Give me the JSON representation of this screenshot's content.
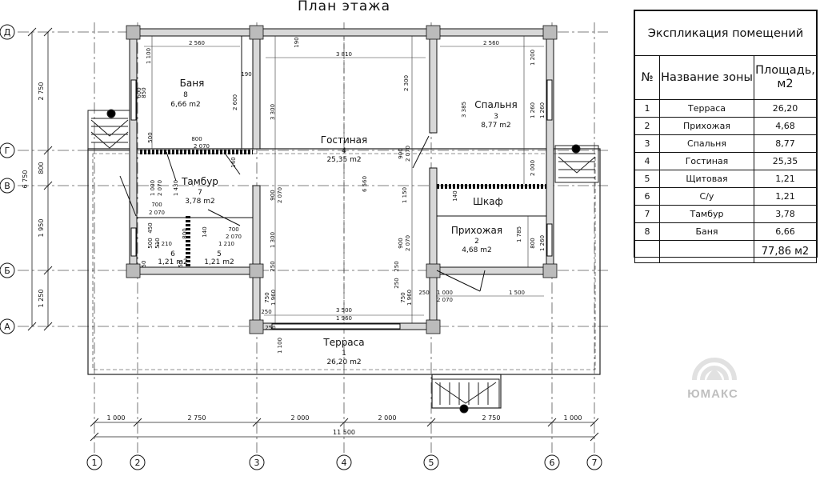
{
  "title": "План этажа",
  "grid": {
    "rows": [
      "Д",
      "Г",
      "В",
      "Б",
      "А"
    ],
    "cols": [
      "1",
      "2",
      "3",
      "4",
      "5",
      "6",
      "7"
    ],
    "left_dims": [
      "2 750",
      "800",
      "1 950",
      "1 250"
    ],
    "left_total": "6 750",
    "bottom_dims": [
      "1 000",
      "2 750",
      "2 000",
      "2 000",
      "2 750",
      "1 000"
    ],
    "bottom_total": "11 500"
  },
  "rooms": {
    "banya": {
      "name": "Баня",
      "num": "8",
      "area": "6,66 m2"
    },
    "tambur": {
      "name": "Тамбур",
      "num": "7",
      "area": "3,78 m2"
    },
    "gostinaya": {
      "name": "Гостиная",
      "num": "4",
      "area": "25,35 m2"
    },
    "spalnya": {
      "name": "Спальня",
      "num": "3",
      "area": "8,77 m2"
    },
    "shkaf": {
      "name": "Шкаф"
    },
    "prikhozhaya": {
      "name": "Прихожая",
      "num": "2",
      "area": "4,68 m2"
    },
    "room6": {
      "num": "6",
      "area": "1,21 m2"
    },
    "room5": {
      "num": "5",
      "area": "1,21 m2"
    },
    "terrasa": {
      "name": "Терраса",
      "num": "1",
      "area": "26,20 m2"
    }
  },
  "dims": {
    "d2560a": "2 560",
    "d2560b": "2 560",
    "d3810": "3 810",
    "d190a": "190",
    "d190b": "190",
    "d1100": "1 100",
    "d1200": "1 200",
    "d850": "850",
    "d600": "600",
    "d2600": "2 600",
    "d3300": "3 300",
    "d2300": "2 300",
    "d3385": "3 385",
    "d1260a": "1 260",
    "d1260b": "1 260",
    "d800a": "800",
    "d2070a": "2 070",
    "d500": "500",
    "d140a": "140",
    "d140b": "140",
    "d1000a": "1 000",
    "d2070b": "2 070",
    "d1430": "1 430",
    "d6560": "6 560",
    "d900a": "900",
    "d2070c": "2 070",
    "d900b": "900",
    "d2070d": "2 070",
    "d1150": "1 150",
    "d2000": "2 000",
    "d700a": "700",
    "d2070e": "2 070",
    "d700b": "700",
    "d2070f": "2 070",
    "d1210a": "1 210",
    "d1210b": "1 210",
    "d450": "450",
    "d500b": "500",
    "d510": "510",
    "d800b": "800",
    "d1300": "1 300",
    "d1785": "1 785",
    "d800c": "800",
    "d1260c": "1 260",
    "d900c": "900",
    "d2070g": "2 070",
    "d250a": "250",
    "d250b": "250",
    "d250c": "250",
    "d250d": "250",
    "d1000b": "1 000",
    "d2070h": "2 070",
    "d1500": "1 500",
    "d750a": "750",
    "d1960a": "1 960",
    "d750b": "750",
    "d1960b": "1 960",
    "d3500": "3 500",
    "d1960c": "1 960",
    "d1100b": "1 100",
    "d250e": "250",
    "d250f": "250",
    "d50a": "50",
    "d50b": "50",
    "d140c": "140"
  },
  "legend": {
    "caption": "Экспликация помещений",
    "col_num": "№",
    "col_name": "Название зоны",
    "col_area": "Площадь, м2",
    "rows": [
      {
        "n": "1",
        "name": "Терраса",
        "area": "26,20"
      },
      {
        "n": "2",
        "name": "Прихожая",
        "area": "4,68"
      },
      {
        "n": "3",
        "name": "Спальня",
        "area": "8,77"
      },
      {
        "n": "4",
        "name": "Гостиная",
        "area": "25,35"
      },
      {
        "n": "5",
        "name": "Щитовая",
        "area": "1,21"
      },
      {
        "n": "6",
        "name": "С/у",
        "area": "1,21"
      },
      {
        "n": "7",
        "name": "Тамбур",
        "area": "3,78"
      },
      {
        "n": "8",
        "name": "Баня",
        "area": "6,66"
      }
    ],
    "total": "77,86 м2"
  },
  "logo": {
    "text": "ЮМАКС"
  }
}
